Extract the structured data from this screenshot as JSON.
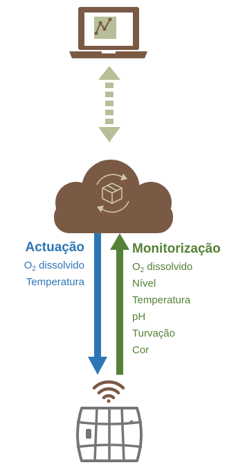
{
  "actuation": {
    "title": "Actuação",
    "o2_prefix": "O",
    "o2_sub": "2",
    "o2_suffix": " dissolvido",
    "items": [
      "Temperatura"
    ]
  },
  "monitoring": {
    "title": "Monitorização",
    "o2_prefix": "O",
    "o2_sub": "2",
    "o2_suffix": " dissolvido",
    "items": [
      "Nível",
      "Temperatura",
      "pH",
      "Turvação",
      "Cor"
    ]
  },
  "colors": {
    "brown": "#7A5A45",
    "sage": "#B7BF98",
    "blue": "#2E75B6",
    "green": "#548235",
    "gray": "#767676"
  },
  "icons": [
    "laptop-chart-icon",
    "cloud-sync-icon",
    "wifi-signal-icon",
    "barrel-icon"
  ]
}
